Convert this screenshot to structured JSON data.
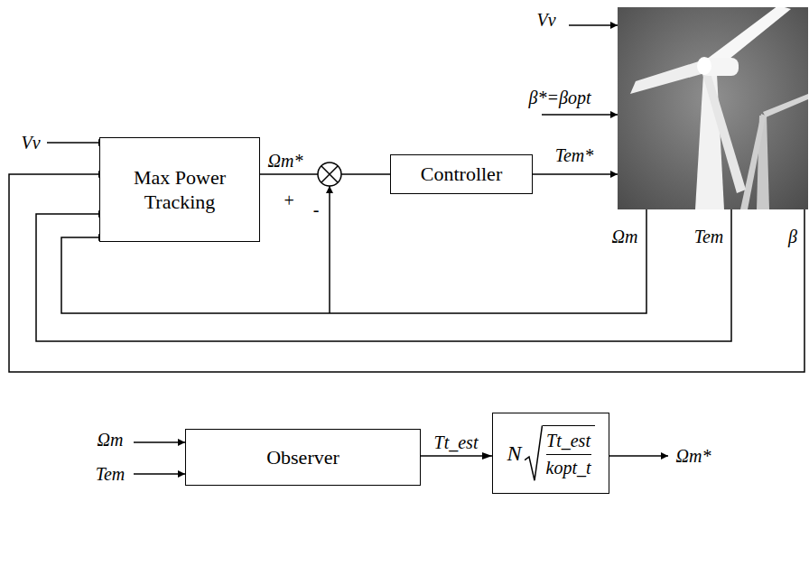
{
  "diagram": {
    "nodes": [
      {
        "text": [
          "Max Power Tracking"
        ]
      },
      {
        "text": [
          "Controller"
        ]
      },
      {
        "text": [
          "Observer"
        ]
      },
      {
        "text": [
          "N",
          "Tt_est",
          "kopt_t"
        ]
      }
    ],
    "edges": [
      {
        "from": 0,
        "to": 1,
        "arrow": "none",
        "label": "Ωm*"
      },
      {
        "from": 2,
        "to": 3,
        "arrow": "to",
        "label": "Tt_est"
      }
    ],
    "labels": [
      "Vv",
      "+",
      "-",
      "Tem*",
      "Vv",
      "β*=βopt",
      "Ωm",
      "Tem",
      "β",
      "Ωm",
      "Tem",
      "Ωm*"
    ]
  }
}
